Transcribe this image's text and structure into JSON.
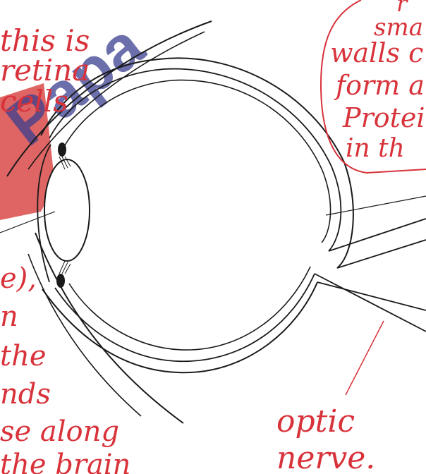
{
  "watermark": {
    "text": "Papa",
    "color": "#3a3f8f"
  },
  "colors": {
    "ink": "#1a1a1a",
    "annotation": "#d8323a",
    "flag": "#d94a4a"
  },
  "annotations": {
    "left_top": [
      "this is",
      "retina",
      "cells"
    ],
    "left_bottom": [
      "e),",
      "n",
      "the",
      "nds",
      "se along",
      "the brain"
    ],
    "right_box": [
      "sma",
      "walls c",
      "form a",
      "Protei",
      "in th"
    ],
    "right_top_fragment": "r",
    "optic_nerve": [
      "optic",
      "nerve."
    ]
  }
}
